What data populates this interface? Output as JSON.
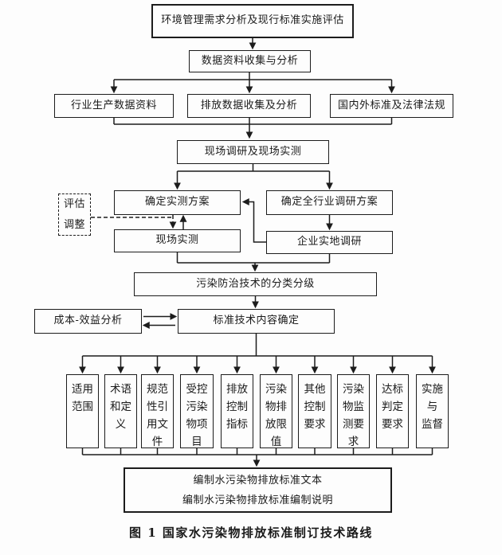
{
  "page": {
    "background": "#fdfdfd",
    "ink_color": "#1c1c1c"
  },
  "diagram": {
    "caption": "图 1  国家水污染物排放标准制订技术路线",
    "nodes": {
      "top": "环境管理需求分析及现行标准实施评估",
      "data_collection": "数据资料收集与分析",
      "industry_data": "行业生产数据资料",
      "emission_data": "排放数据收集及分析",
      "standards_laws": "国内外标准及法律法规",
      "site_survey": "现场调研及现场实测",
      "measure_plan": "确定实测方案",
      "industry_plan": "确定全行业调研方案",
      "eval_adjust": "评估\n调整",
      "site_measure": "现场实测",
      "enterprise_survey": "企业实地调研",
      "tech_classification": "污染防治技术的分类分级",
      "cost_benefit": "成本-效益分析",
      "standard_content": "标准技术内容确定",
      "final_output": "编制水污染物排放标准文本\n编制水污染物排放标准编制说明"
    },
    "standard_sections": [
      {
        "label": "适用\n范围"
      },
      {
        "label": "术语\n和定\n义"
      },
      {
        "label": "规范\n性引\n用文\n件"
      },
      {
        "label": "受控\n污染\n物项\n目"
      },
      {
        "label": "排放\n控制\n指标"
      },
      {
        "label": "污染\n物排\n放限\n值"
      },
      {
        "label": "其他\n控制\n要求"
      },
      {
        "label": "污染\n物监\n测要\n求"
      },
      {
        "label": "达标\n判定\n要求"
      },
      {
        "label": "实施\n与\n监督"
      }
    ]
  }
}
